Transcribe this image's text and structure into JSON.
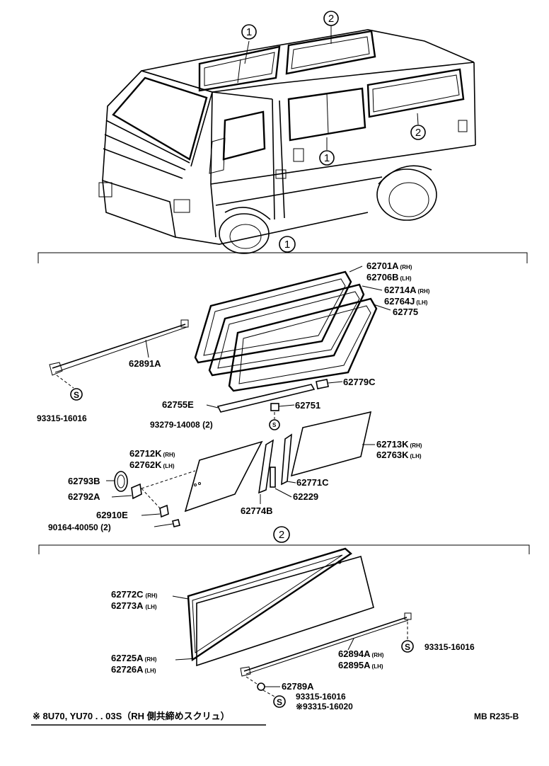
{
  "section_markers": {
    "one": "1",
    "two": "2"
  },
  "parts": {
    "p62701A": "62701A",
    "p62701A_sub": "(RH)",
    "p62706B": "62706B",
    "p62706B_sub": "(LH)",
    "p62714A": "62714A",
    "p62714A_sub": "(RH)",
    "p62764J": "62764J",
    "p62764J_sub": "(LH)",
    "p62775": "62775",
    "p62891A": "62891A",
    "p93315_a": "93315-16016",
    "p62779C": "62779C",
    "p62755E": "62755E",
    "p62751": "62751",
    "p93279": "93279-14008 (2)",
    "p62712K": "62712K",
    "p62712K_sub": "(RH)",
    "p62762K": "62762K",
    "p62762K_sub": "(LH)",
    "p62713K": "62713K",
    "p62713K_sub": "(RH)",
    "p62763K": "62763K",
    "p62763K_sub": "(LH)",
    "p62793B": "62793B",
    "p62792A": "62792A",
    "p62771C": "62771C",
    "p62229": "62229",
    "p62910E": "62910E",
    "p62774B": "62774B",
    "p90164": "90164-40050 (2)",
    "p62772C": "62772C",
    "p62772C_sub": "(RH)",
    "p62773A": "62773A",
    "p62773A_sub": "(LH)",
    "p62725A": "62725A",
    "p62725A_sub": "(RH)",
    "p62726A": "62726A",
    "p62726A_sub": "(LH)",
    "p62894A": "62894A",
    "p62894A_sub": "(RH)",
    "p62895A": "62895A",
    "p62895A_sub": "(LH)",
    "p93315_b": "93315-16016",
    "p62789A": "62789A",
    "p93315_c": "93315-16016",
    "p93315_d": "※93315-16020"
  },
  "screw_symbol": "S",
  "footnote": "※ 8U70, YU70 . . 03S（RH 側共締めスクリュ）",
  "ref_code": "MB R235-B"
}
